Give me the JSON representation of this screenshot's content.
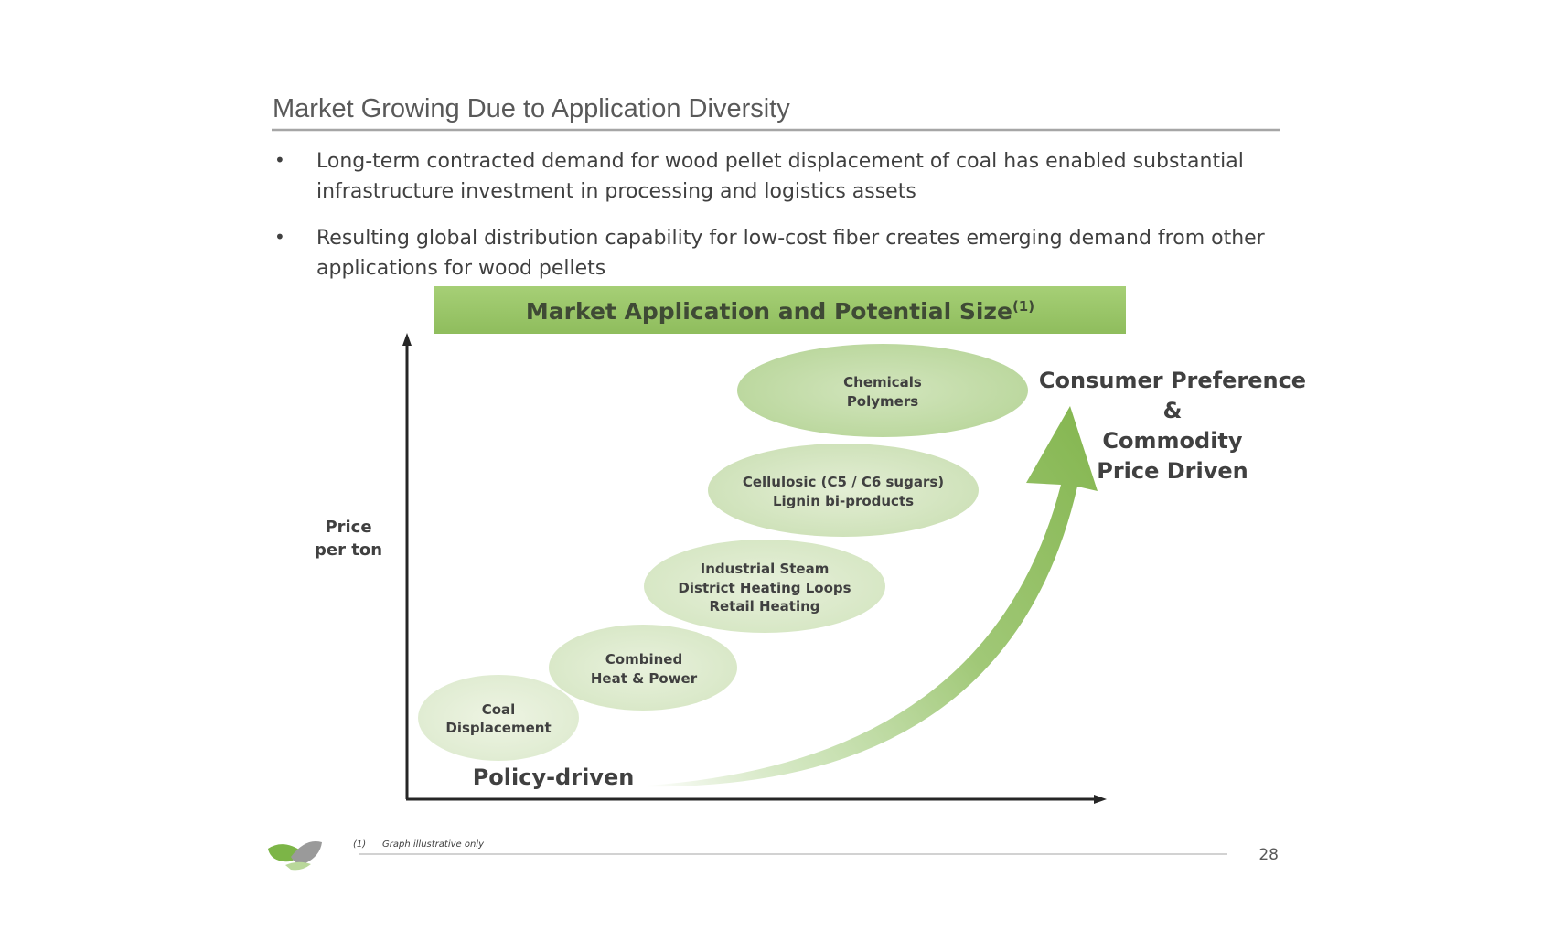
{
  "slide": {
    "title": "Market Growing Due to Application Diversity",
    "bullets": [
      {
        "line1": "Long-term contracted demand for wood pellet displacement of coal has enabled substantial",
        "line2": "infrastructure investment in processing and logistics assets"
      },
      {
        "line1": "Resulting global distribution capability for low-cost fiber creates emerging demand from other",
        "line2": "applications for wood pellets"
      }
    ],
    "bullet_symbol": "•"
  },
  "diagram": {
    "banner": {
      "text": "Market Application and Potential Size",
      "superscript": "(1)"
    },
    "y_axis_label": {
      "line1": "Price",
      "line2": "per ton"
    },
    "bottom_label": "Policy-driven",
    "right_label": {
      "line1": "Consumer Preference",
      "line2": "&",
      "line3": "Commodity",
      "line4": "Price Driven"
    },
    "applications": [
      {
        "lines": [
          "Coal",
          "Displacement"
        ]
      },
      {
        "lines": [
          "Combined",
          "Heat & Power"
        ]
      },
      {
        "lines": [
          "Industrial Steam",
          "District Heating Loops",
          "Retail Heating"
        ]
      },
      {
        "lines": [
          "Cellulosic (C5 / C6 sugars)",
          "Lignin bi-products"
        ]
      },
      {
        "lines": [
          "Chemicals",
          "Polymers"
        ]
      }
    ]
  },
  "footer": {
    "footnote_number": "(1)",
    "footnote_text": "Graph illustrative only",
    "page_number": "28"
  },
  "colors": {
    "banner": "#9cc86e",
    "banner_text": "#3f4a35",
    "title": "#595959",
    "body_text": "#404040",
    "arrow": "#8dbd5c",
    "axis": "#262626"
  }
}
